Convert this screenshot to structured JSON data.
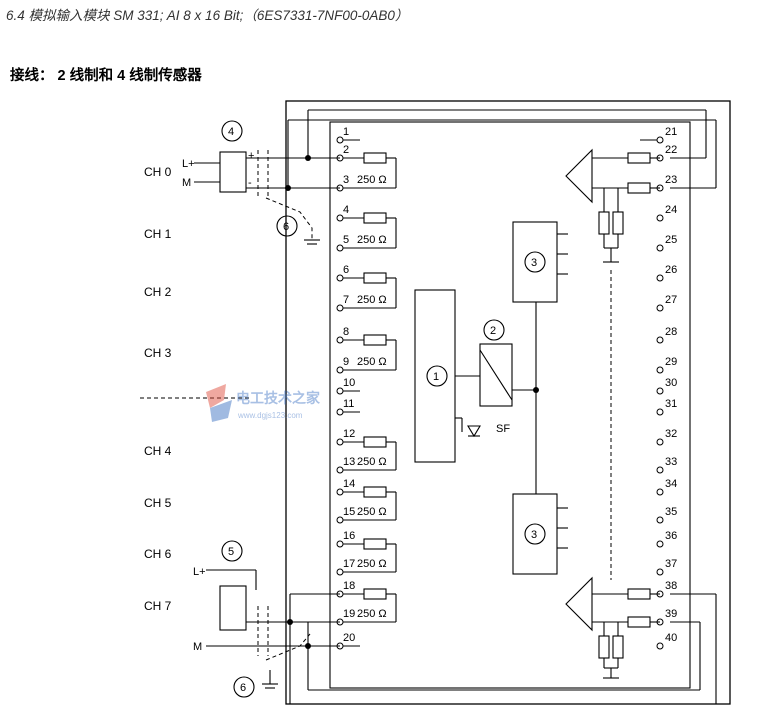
{
  "header": {
    "title": "6.4 模拟输入模块 SM 331; AI 8 x 16 Bit;（6ES7331-7NF00-0AB0）",
    "subtitle": "接线： 2 线制和 4 线制传感器"
  },
  "channels": [
    "CH 0",
    "CH 1",
    "CH 2",
    "CH 3",
    "CH 4",
    "CH 5",
    "CH 6",
    "CH 7"
  ],
  "left_terminals": [
    "1",
    "2",
    "3",
    "4",
    "5",
    "6",
    "7",
    "8",
    "9",
    "10",
    "11",
    "12",
    "13",
    "14",
    "15",
    "16",
    "17",
    "18",
    "19",
    "20"
  ],
  "right_terminals": [
    "21",
    "22",
    "23",
    "24",
    "25",
    "26",
    "27",
    "28",
    "29",
    "30",
    "31",
    "32",
    "33",
    "34",
    "35",
    "36",
    "37",
    "38",
    "39",
    "40"
  ],
  "resistor_label": "250 Ω",
  "callouts": {
    "c1": "1",
    "c2": "2",
    "c3": "3",
    "c4": "4",
    "c5": "5",
    "c6": "6"
  },
  "signals": {
    "lplus": "L+",
    "m": "M",
    "plus": "+",
    "minus": "-",
    "sf": "SF"
  },
  "watermark": {
    "text": "电工技术之家",
    "url": "www.dgjs123.com"
  }
}
